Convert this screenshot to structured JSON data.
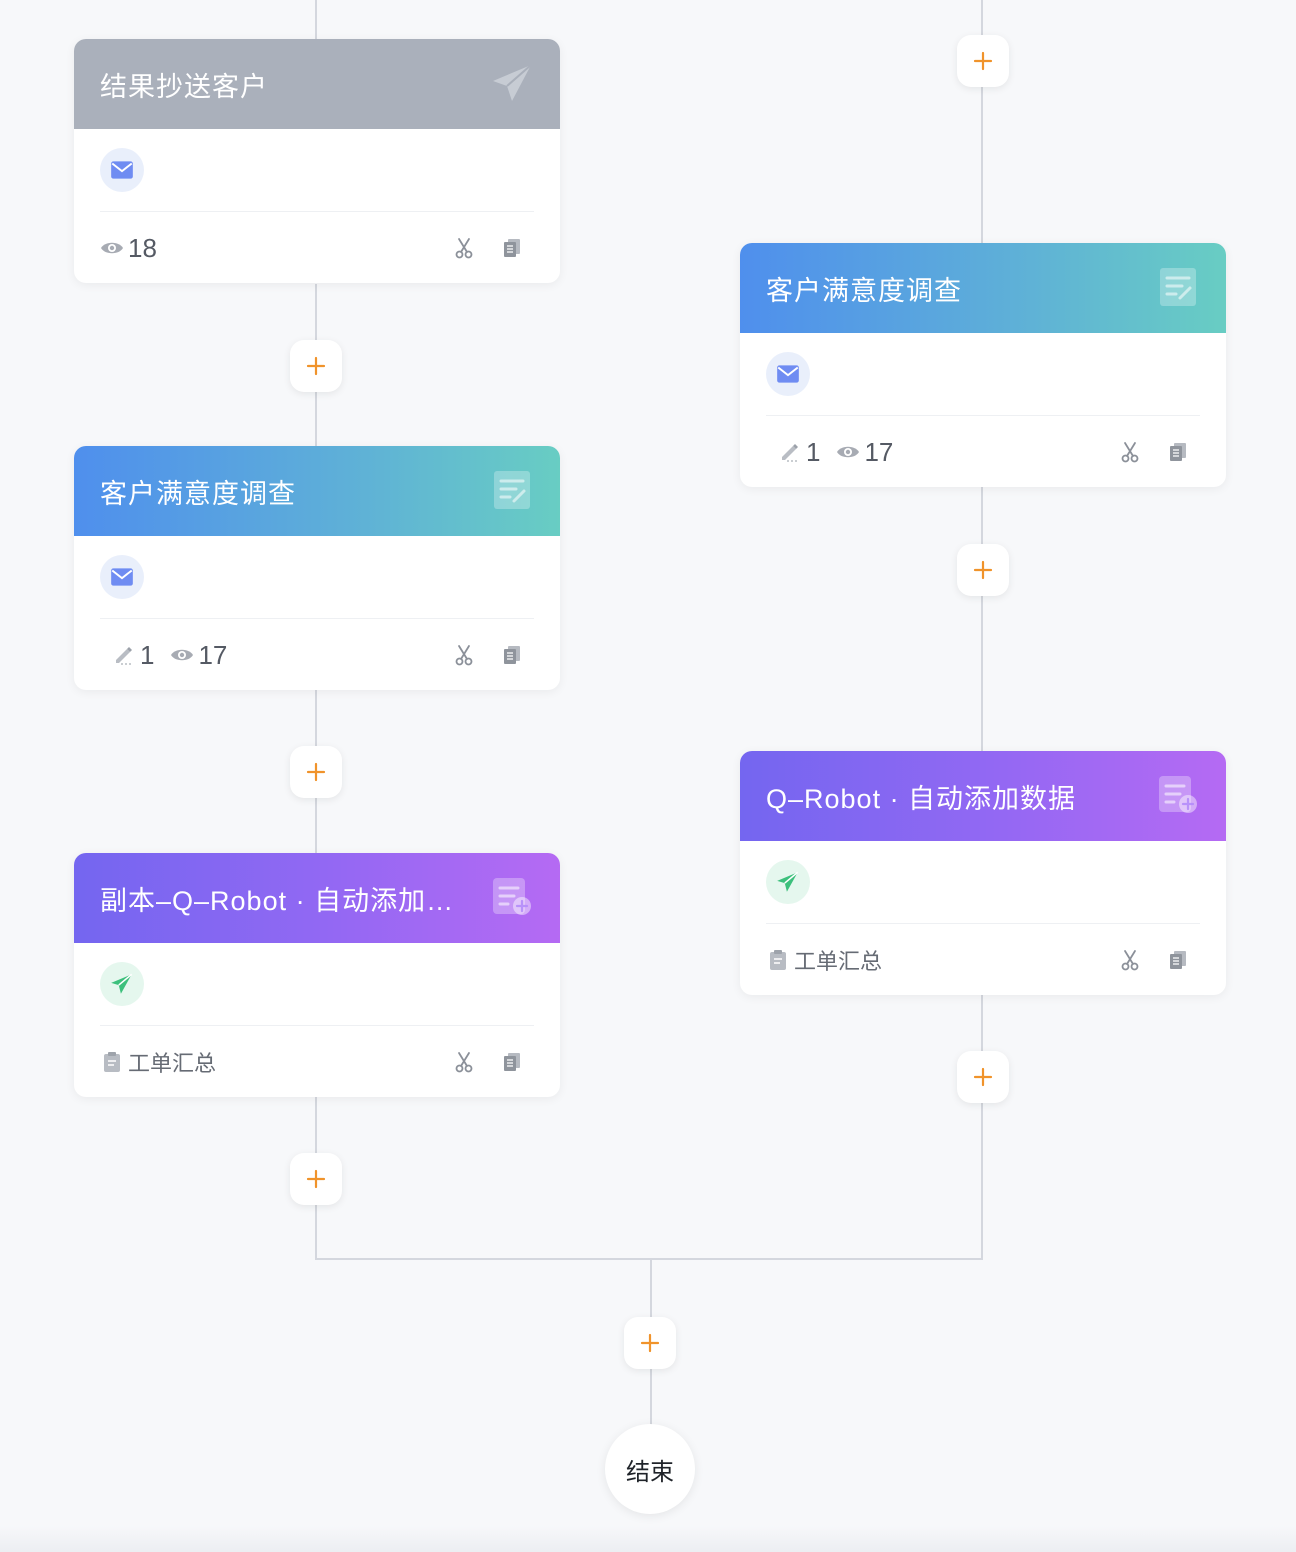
{
  "colors": {
    "accent_plus": "#f0932b",
    "connector": "#d4d7de",
    "header_gray": "#aab0bb",
    "header_blue_start": "#4f8fed",
    "header_blue_end": "#68cdc3",
    "header_purple_start": "#7466f0",
    "header_purple_end": "#b56af3"
  },
  "left_branch": {
    "cards": [
      {
        "title": "结果抄送客户",
        "header_style": "gray",
        "header_icon": "send-icon",
        "body_icon": "mail-icon",
        "views": "18",
        "actions": [
          "scissors-icon",
          "copy-icon"
        ]
      },
      {
        "title": "客户满意度调查",
        "header_style": "blue",
        "header_icon": "form-edit-icon",
        "body_icon": "mail-icon",
        "edits": "1",
        "views": "17",
        "actions": [
          "scissors-icon",
          "copy-icon"
        ]
      },
      {
        "title": "副本–Q–Robot · 自动添加数据",
        "header_style": "purple",
        "header_icon": "add-record-icon",
        "body_icon": "paper-plane-icon",
        "form_name": "工单汇总",
        "actions": [
          "scissors-icon",
          "copy-icon"
        ]
      }
    ]
  },
  "right_branch": {
    "cards": [
      {
        "title": "客户满意度调查",
        "header_style": "blue",
        "header_icon": "form-edit-icon",
        "body_icon": "mail-icon",
        "edits": "1",
        "views": "17",
        "actions": [
          "scissors-icon",
          "copy-icon"
        ]
      },
      {
        "title": "Q–Robot · 自动添加数据",
        "header_style": "purple",
        "header_icon": "add-record-icon",
        "body_icon": "paper-plane-icon",
        "form_name": "工单汇总",
        "actions": [
          "scissors-icon",
          "copy-icon"
        ]
      }
    ]
  },
  "add_button_icon": "plus-icon",
  "end_node": {
    "label": "结束"
  }
}
